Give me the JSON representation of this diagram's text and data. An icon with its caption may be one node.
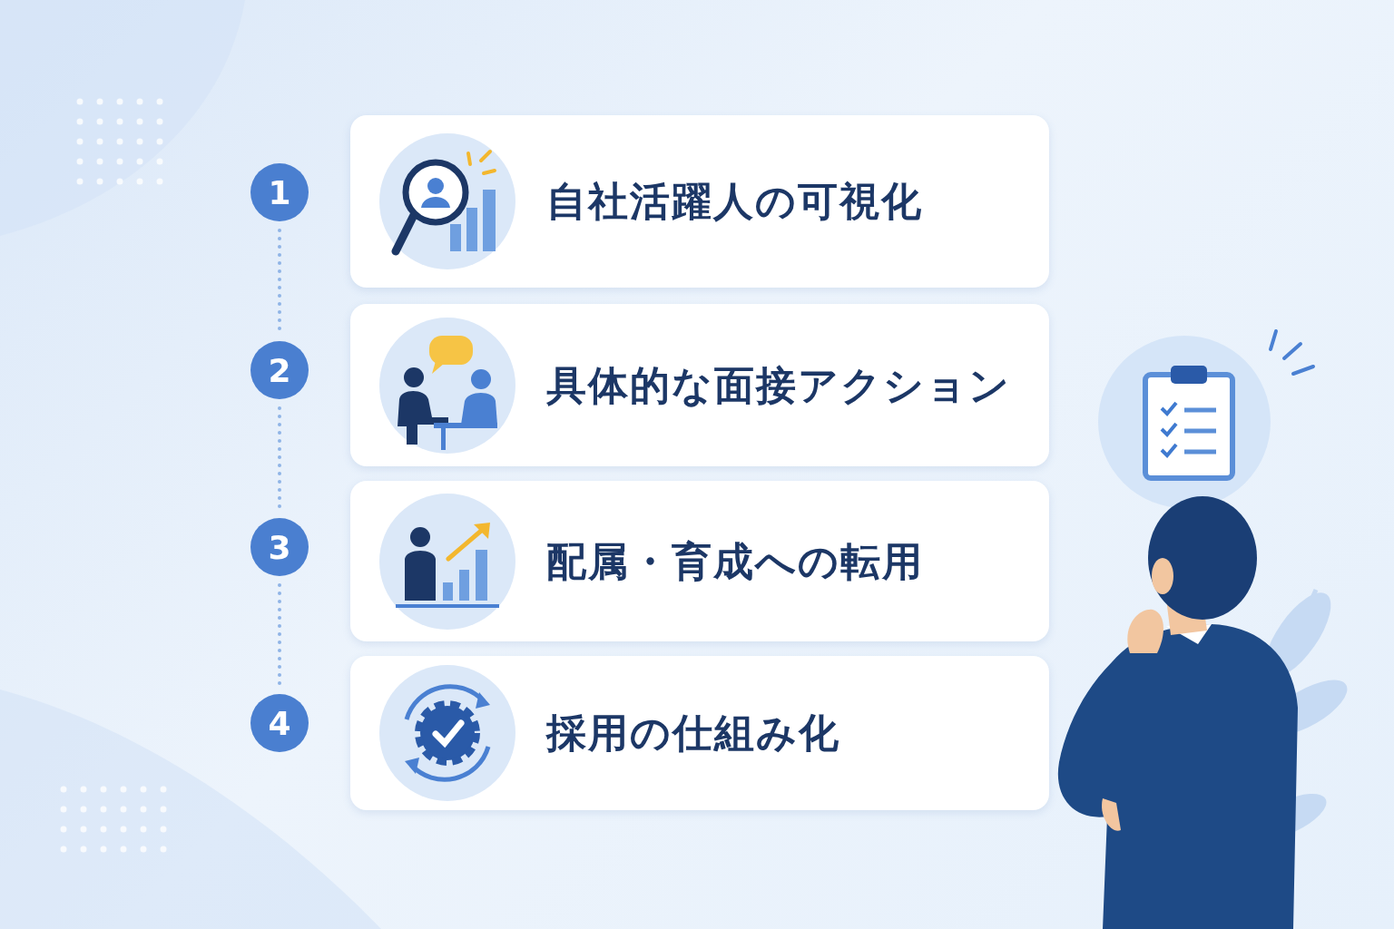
{
  "diagram": {
    "nodes": [
      {
        "text": [
          "1"
        ]
      },
      {
        "text": [
          "2"
        ]
      },
      {
        "text": [
          "3"
        ]
      },
      {
        "text": [
          "4"
        ]
      },
      {
        "text": [
          "自社活躍人の可視化"
        ]
      },
      {
        "text": [
          "具体的な面接アクション"
        ]
      },
      {
        "text": [
          "配属・育成への転用"
        ]
      },
      {
        "text": [
          "採用の仕組み化"
        ]
      }
    ],
    "edges": [
      {
        "from": 0,
        "to": 1,
        "arrow": "none",
        "style": "dashed"
      },
      {
        "from": 1,
        "to": 2,
        "arrow": "none",
        "style": "dashed"
      },
      {
        "from": 2,
        "to": 3,
        "arrow": "none",
        "style": "dashed"
      }
    ]
  }
}
